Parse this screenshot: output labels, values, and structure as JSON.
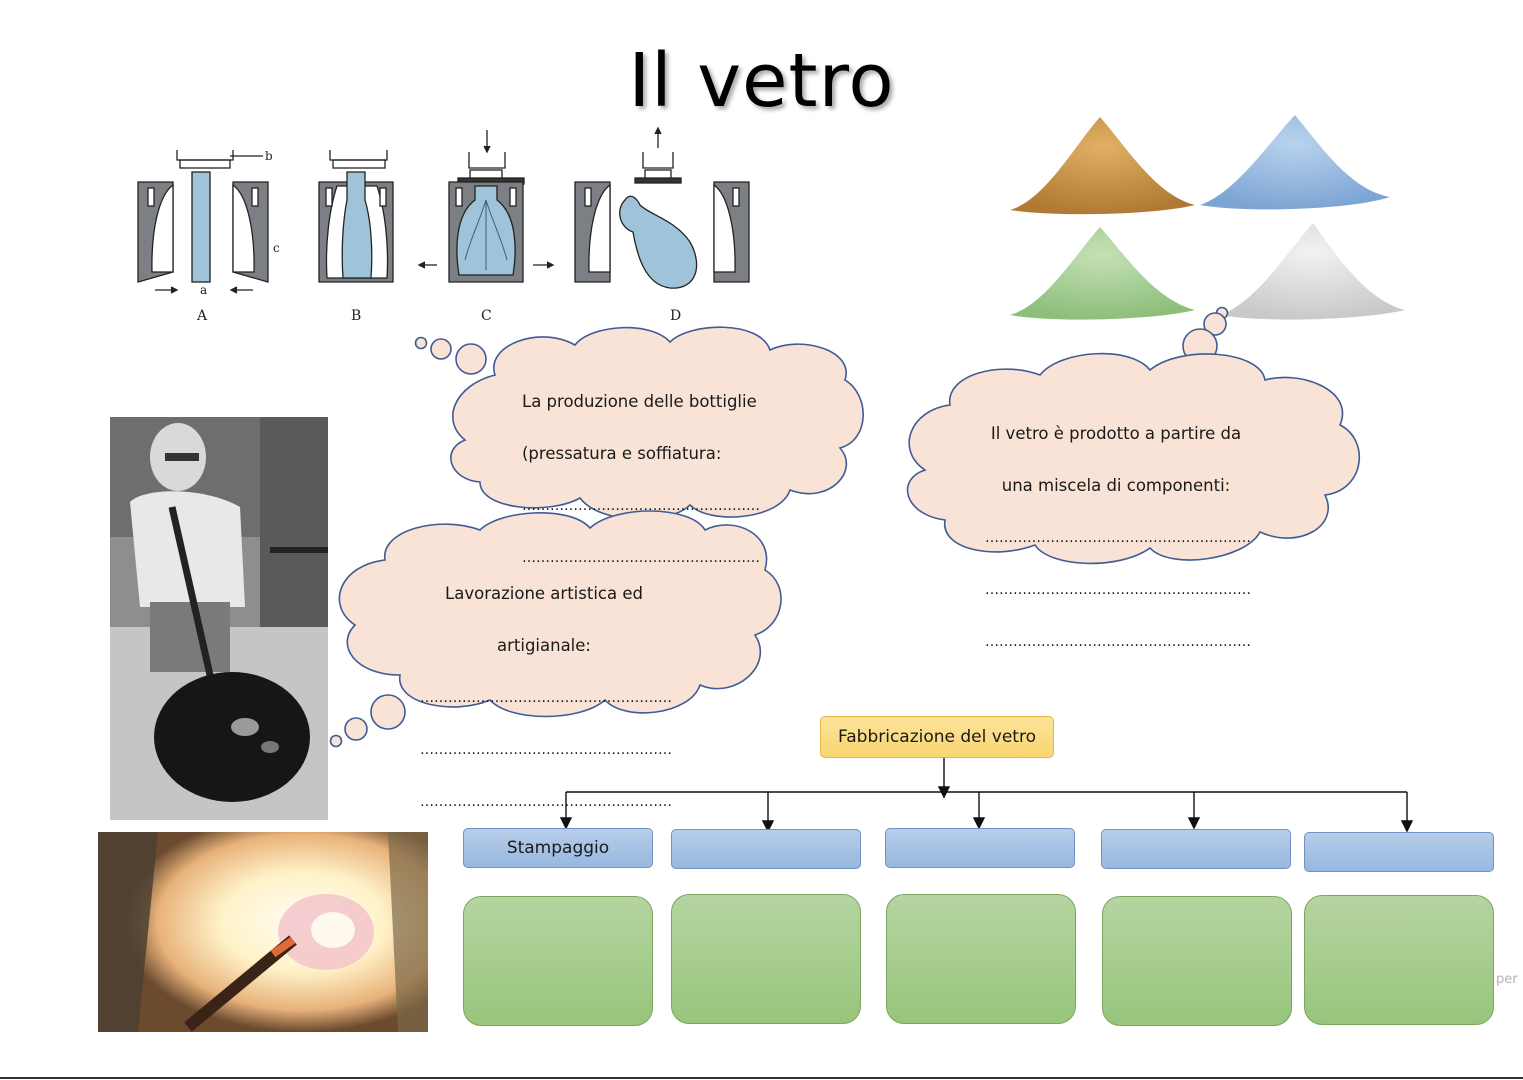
{
  "title": "Il vetro",
  "mold_diagram": {
    "step_labels": [
      "A",
      "B",
      "C",
      "D"
    ],
    "part_labels": [
      "a",
      "b",
      "c"
    ]
  },
  "clouds": {
    "bottles": {
      "line1": "La produzione delle bottiglie",
      "line2": "(pressatura e soffiatura:",
      "dots1": "……………………………………………",
      "dots2": "……………………………………………"
    },
    "mixture": {
      "line1": "Il vetro è prodotto a partire da",
      "line2": "una miscela di componenti:",
      "dots1": "…………………………………………………",
      "dots2": "…………………………………………………",
      "dots3": "…………………………………………………"
    },
    "artisan": {
      "line1": "Lavorazione artistica ed",
      "line2": "artigianale:",
      "dots1": "………………………………………………",
      "dots2": "………………………………………………",
      "dots3": "………………………………………………"
    }
  },
  "flowchart": {
    "root": "Fabbricazione del vetro",
    "categories": [
      "Stampaggio",
      "",
      "",
      "",
      ""
    ]
  },
  "edge_text": "per",
  "colors": {
    "cloud_fill": "#f9e2d6",
    "cloud_stroke": "#3f5c93",
    "root_fill": "#fbdd86",
    "category_fill": "#a9c4e6",
    "leaf_fill": "#a8ce91",
    "mold_fill": "#9fc4d9"
  }
}
